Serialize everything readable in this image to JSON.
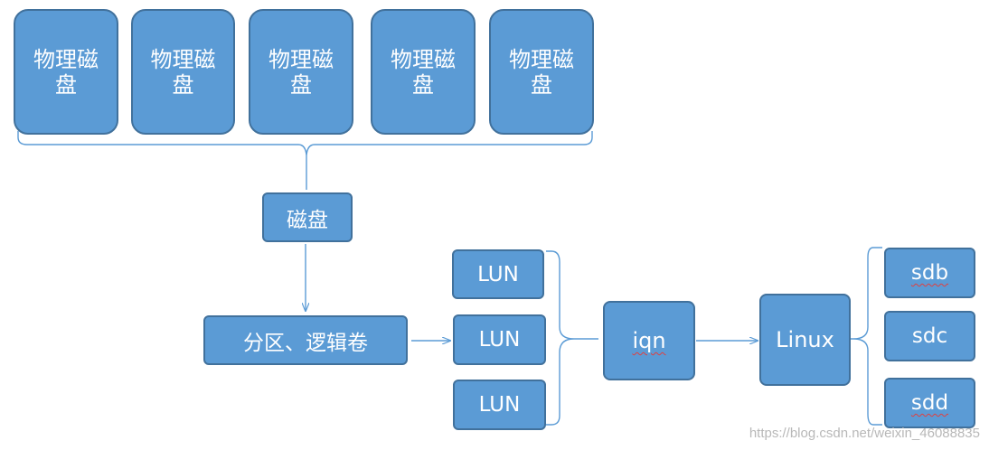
{
  "disks": [
    "物理磁盘",
    "物理磁盘",
    "物理磁盘",
    "物理磁盘",
    "物理磁盘"
  ],
  "disk": "磁盘",
  "partition": "分区、逻辑卷",
  "luns": [
    "LUN",
    "LUN",
    "LUN"
  ],
  "iqn": "iqn",
  "linux": "Linux",
  "devices": [
    "sdb",
    "sdc",
    "sdd"
  ],
  "watermark": "https://blog.csdn.net/weixin_46088835",
  "colors": {
    "box_fill": "#5b9bd5",
    "box_border": "#41719c",
    "connector": "#5b9bd5"
  }
}
